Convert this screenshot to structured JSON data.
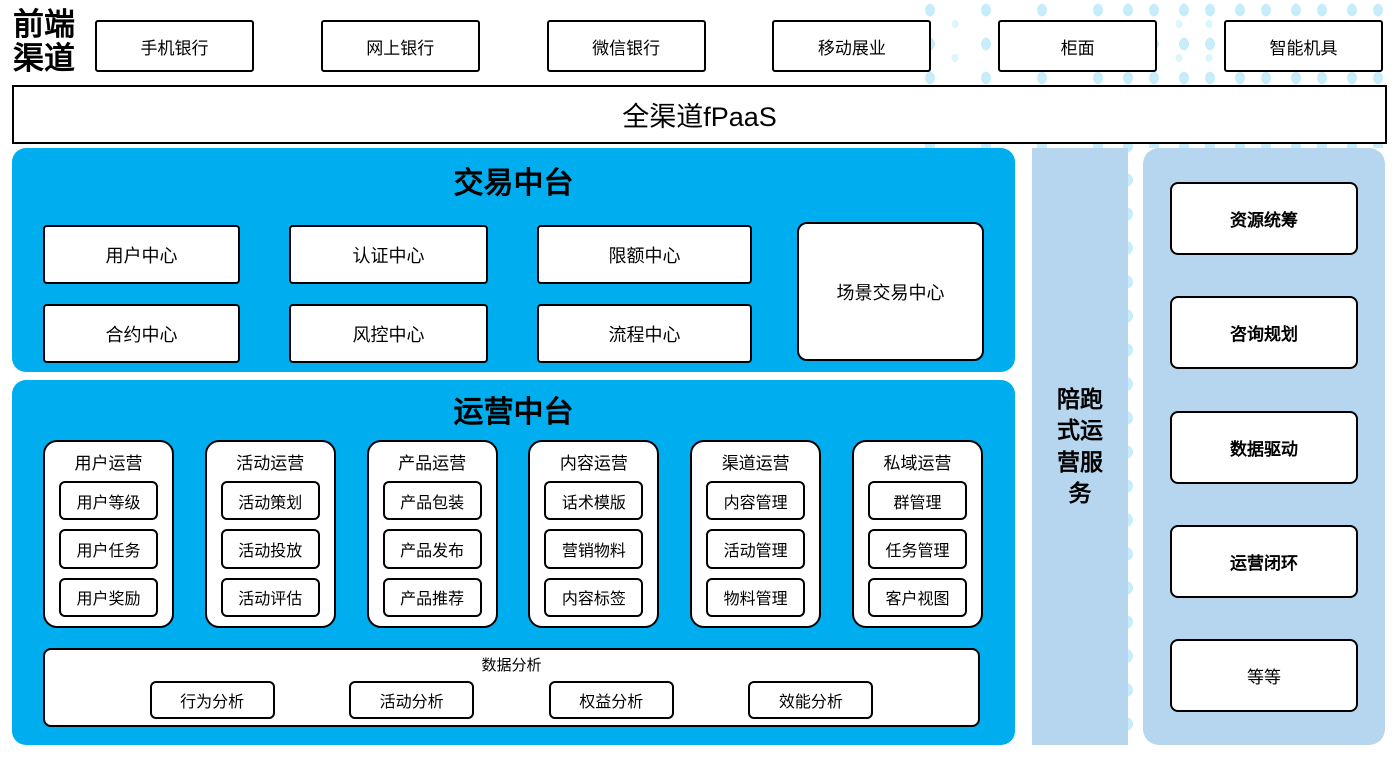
{
  "colors": {
    "primary_blue": "#00AEEF",
    "light_blue": "#B5D6EE",
    "dot_blue": "#C7ECFA",
    "box_border": "#000000"
  },
  "front_channels": {
    "label": "前端渠道",
    "items": [
      "手机银行",
      "网上银行",
      "微信银行",
      "移动展业",
      "柜面",
      "智能机具"
    ]
  },
  "fpaas": {
    "label": "全渠道fPaaS"
  },
  "trade_platform": {
    "title": "交易中台",
    "centers": [
      "用户中心",
      "认证中心",
      "限额中心",
      "合约中心",
      "风控中心",
      "流程中心"
    ],
    "scene_center": "场景交易中心"
  },
  "ops_platform": {
    "title": "运营中台",
    "columns": [
      {
        "title": "用户运营",
        "items": [
          "用户等级",
          "用户任务",
          "用户奖励"
        ]
      },
      {
        "title": "活动运营",
        "items": [
          "活动策划",
          "活动投放",
          "活动评估"
        ]
      },
      {
        "title": "产品运营",
        "items": [
          "产品包装",
          "产品发布",
          "产品推荐"
        ]
      },
      {
        "title": "内容运营",
        "items": [
          "话术模版",
          "营销物料",
          "内容标签"
        ]
      },
      {
        "title": "渠道运营",
        "items": [
          "内容管理",
          "活动管理",
          "物料管理"
        ]
      },
      {
        "title": "私域运营",
        "items": [
          "群管理",
          "任务管理",
          "客户视图"
        ]
      }
    ],
    "data_analysis": {
      "title": "数据分析",
      "items": [
        "行为分析",
        "活动分析",
        "权益分析",
        "效能分析"
      ]
    }
  },
  "side_service": {
    "label": "陪跑式运营服务"
  },
  "right_panel": {
    "items": [
      "资源统筹",
      "咨询规划",
      "数据驱动",
      "运营闭环",
      "等等"
    ]
  }
}
